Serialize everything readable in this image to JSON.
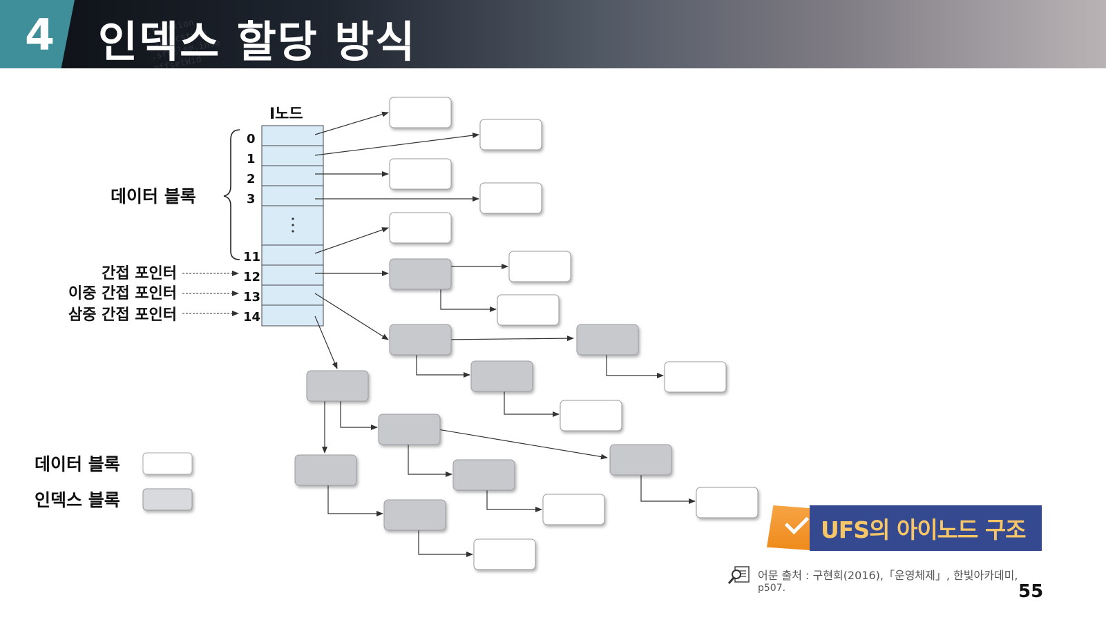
{
  "header": {
    "section_number": "4",
    "title": "인덱스 할당 방식"
  },
  "diagram": {
    "inode_label": "I노드",
    "inode_indices": [
      "0",
      "1",
      "2",
      "3",
      "11",
      "12",
      "13",
      "14"
    ],
    "data_block_group_label": "데이터 블록",
    "pointer_labels": [
      "간접 포인터",
      "이중 간접 포인터",
      "삼중 간접 포인터"
    ],
    "legend": {
      "data_block": "데이터 블록",
      "index_block": "인덱스 블록"
    },
    "colors": {
      "inode_fill": "#d9ebf7",
      "data_block_fill": "#ffffff",
      "index_block_fill": "#c8c9cd",
      "legend_index_fill": "#d9dadd"
    }
  },
  "caption": {
    "text": "UFS의 아이노드 구조",
    "icon": "check-icon",
    "colors": {
      "band": "#34498f",
      "text": "#f6c667",
      "fold": "#ee8a1a"
    }
  },
  "source": {
    "icon": "magnifier-book-icon",
    "line1": "어문 출처 : 구현회(2016),「운영체제」, 한빛아카데미,",
    "line2": "p507."
  },
  "page_number": "55"
}
